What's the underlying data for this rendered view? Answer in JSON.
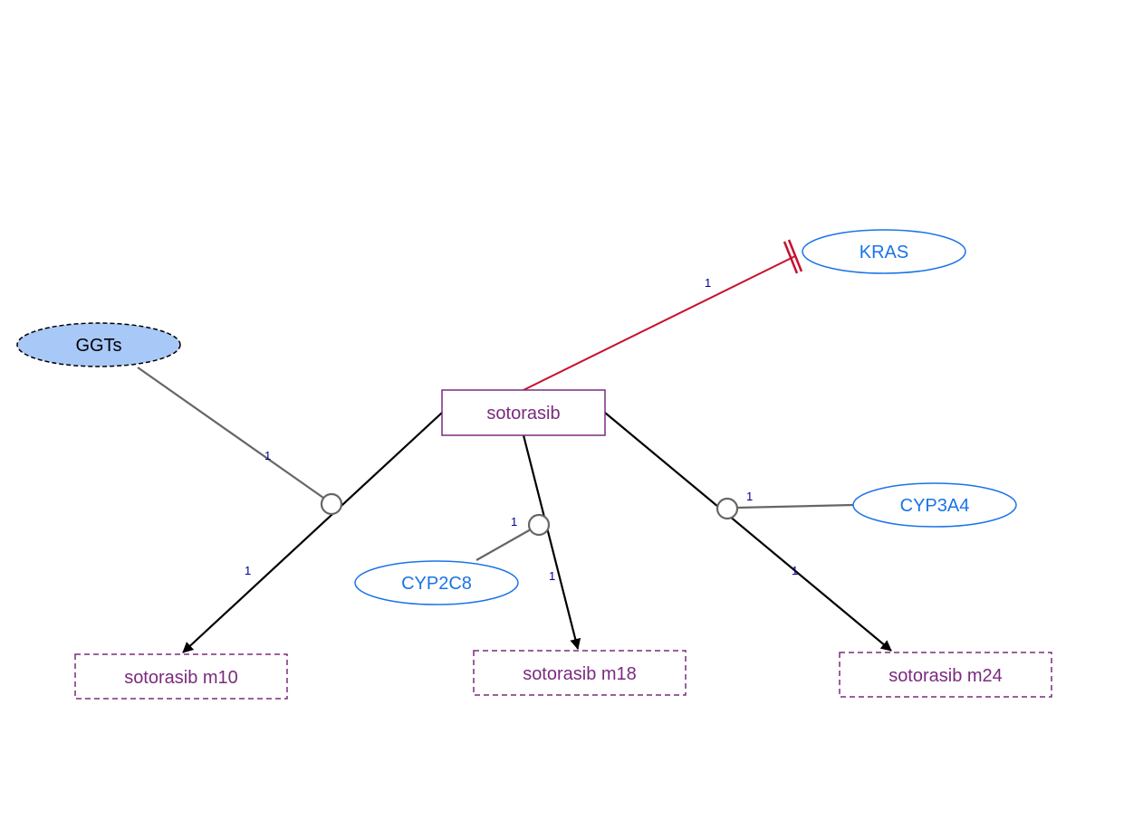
{
  "nodes": {
    "drug": {
      "label": "sotorasib",
      "color": "#7b2a7f"
    },
    "metabolite_m10": {
      "label": "sotorasib m10",
      "color": "#7b2a7f"
    },
    "metabolite_m18": {
      "label": "sotorasib m18",
      "color": "#7b2a7f"
    },
    "metabolite_m24": {
      "label": "sotorasib m24",
      "color": "#7b2a7f"
    },
    "kras": {
      "label": "KRAS",
      "color": "#1a73e8"
    },
    "ggts": {
      "label": "GGTs",
      "color": "#000000",
      "fill": "#a8c8f8"
    },
    "cyp2c8": {
      "label": "CYP2C8",
      "color": "#1a73e8"
    },
    "cyp3a4": {
      "label": "CYP3A4",
      "color": "#1a73e8"
    }
  },
  "edges": {
    "inhibition_kras": {
      "label": "1",
      "color": "#c8102e"
    },
    "conversion_m10": {
      "label": "1"
    },
    "conversion_m18": {
      "label": "1"
    },
    "conversion_m24": {
      "label": "1"
    },
    "catalysis_ggts": {
      "label": "1"
    },
    "catalysis_cyp2c8": {
      "label": "1"
    },
    "catalysis_cyp3a4": {
      "label": "1"
    }
  },
  "colors": {
    "conversion_edge": "#000000",
    "catalysis_edge": "#666666",
    "edge_label": "#00008b"
  }
}
